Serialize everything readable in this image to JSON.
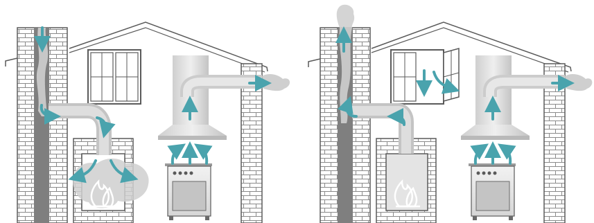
{
  "colors": {
    "arrow": "#4aa3ad",
    "outline": "#5a5a5a",
    "brick_fill": "#ffffff",
    "flue_dark": "#7f7f7f",
    "smoke": "#cfcfcf",
    "hood_light": "#e4e4e4",
    "hood_dark": "#b9b9b9"
  },
  "panels": [
    {
      "scenario": "balanced",
      "window": "closed",
      "chimney_flow": "down",
      "fireplace_smoke": "escaping",
      "icons": [
        "house-outline-icon",
        "chimney-icon",
        "duct-icon",
        "fireplace-icon",
        "fire-icon",
        "window-icon",
        "range-hood-icon",
        "stove-icon",
        "airflow-arrow-icon",
        "smoke-plume-icon"
      ]
    },
    {
      "scenario": "fresh-air",
      "window": "open",
      "chimney_flow": "up",
      "fireplace_smoke": "contained",
      "icons": [
        "house-outline-icon",
        "chimney-icon",
        "duct-icon",
        "fireplace-icon",
        "fire-icon",
        "window-icon",
        "range-hood-icon",
        "stove-icon",
        "airflow-arrow-icon",
        "smoke-plume-icon"
      ]
    }
  ]
}
